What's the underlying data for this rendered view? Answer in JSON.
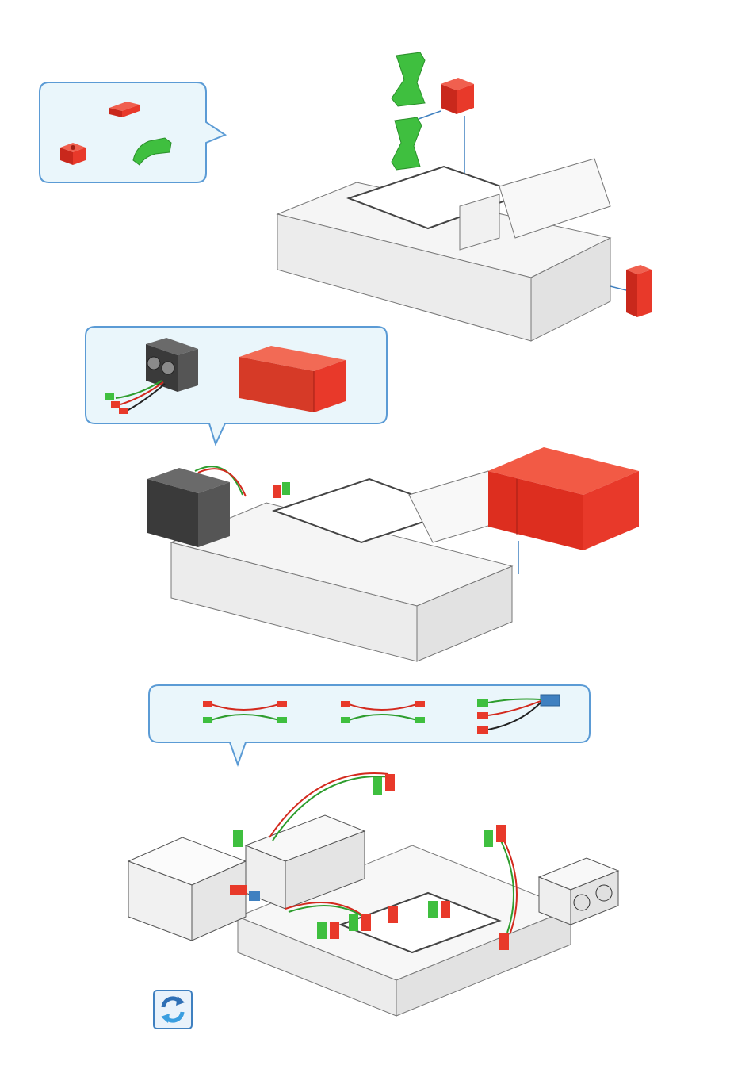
{
  "page": {
    "kind": "assembly-instructions"
  },
  "colors": {
    "callout_border": "#5b9bd5",
    "callout_fill": "#eaf6fb",
    "part_red": "#e8392a",
    "part_green": "#3fbf3f",
    "part_white": "#f3f3f3",
    "part_dark": "#4a4a4a",
    "arrow_blue": "#3f80c0"
  },
  "steps": [
    {
      "id": "step-1",
      "callout_parts": [
        "red-plate",
        "red-building-block",
        "green-clip"
      ],
      "printed_labels": []
    },
    {
      "id": "step-2",
      "callout_parts": [
        "ultrasonic-sensor",
        "battery-pack"
      ],
      "printed_labels": []
    },
    {
      "id": "step-3",
      "callout_parts": [
        "cable-red-green",
        "cable-red-green",
        "sensor-cable-blue-connector"
      ],
      "printed_labels": []
    }
  ],
  "rotate_button": {
    "icon": "rotate-arrows-icon"
  }
}
